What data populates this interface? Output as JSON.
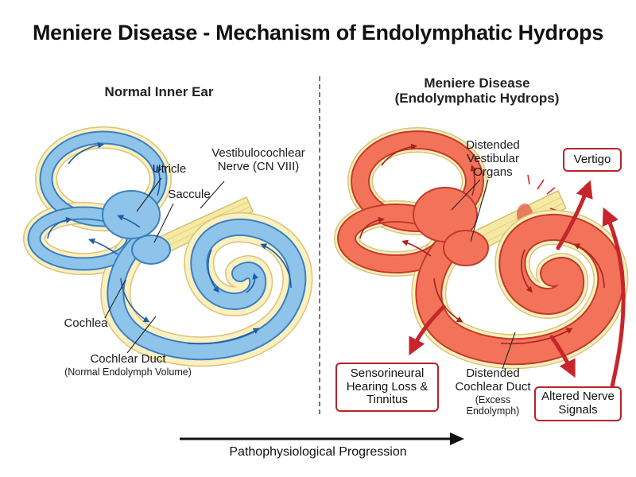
{
  "title": "Meniere Disease - Mechanism of Endolymphatic Hydrops",
  "left_panel": {
    "heading": "Normal Inner Ear",
    "labels": {
      "utricle": "Utricle",
      "saccule": "Saccule",
      "nerve_line1": "Vestibulocochlear",
      "nerve_line2": "Nerve (CN VIII)",
      "cochlea": "Cochlea",
      "duct_line1": "Cochlear Duct",
      "duct_line2": "(Normal Endolymph Volume)"
    }
  },
  "right_panel": {
    "heading_line1": "Meniere Disease",
    "heading_line2": "(Endolymphatic Hydrops)",
    "labels": {
      "distended_line1": "Distended",
      "distended_line2": "Vestibular",
      "distended_line3": "Organs",
      "duct_line1": "Distended",
      "duct_line2": "Cochlear Duct",
      "duct_line3": "(Excess",
      "duct_line4": "Endolymph)"
    },
    "boxes": {
      "vertigo": "Vertigo",
      "hearing_line1": "Sensorineural",
      "hearing_line2": "Hearing Loss &",
      "hearing_line3": "Tinnitus",
      "nerve_line1": "Altered Nerve",
      "nerve_line2": "Signals"
    }
  },
  "footer": {
    "progression": "Pathophysiological Progression"
  },
  "colors": {
    "normal_fill": "#8ec4ea",
    "normal_outline": "#3b7fc0",
    "hydrops_fill": "#f2735a",
    "hydrops_outline": "#c23a2a",
    "bone_fill": "#fbf0bf",
    "bone_outline": "#d9c37a",
    "alert_red": "#c8252b"
  }
}
